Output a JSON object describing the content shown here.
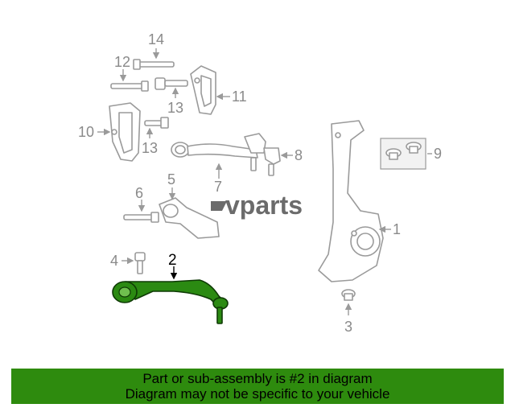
{
  "callouts": {
    "c1": "1",
    "c2": "2",
    "c3": "3",
    "c4": "4",
    "c5": "5",
    "c6": "6",
    "c7": "7",
    "c8": "8",
    "c9": "9",
    "c10": "10",
    "c11": "11",
    "c12": "12",
    "c13a": "13",
    "c13b": "13",
    "c14": "14"
  },
  "highlighted_part": "2",
  "watermark": {
    "text": "vparts",
    "icon": "ev-logo-icon"
  },
  "banner": {
    "line1": "Part or sub-assembly is #2 in diagram",
    "line2": "Diagram may not be specific to your vehicle"
  },
  "colors": {
    "highlight": "#2b8a12",
    "banner": "#2e8b0e",
    "line_art": "#9a9a9a"
  }
}
